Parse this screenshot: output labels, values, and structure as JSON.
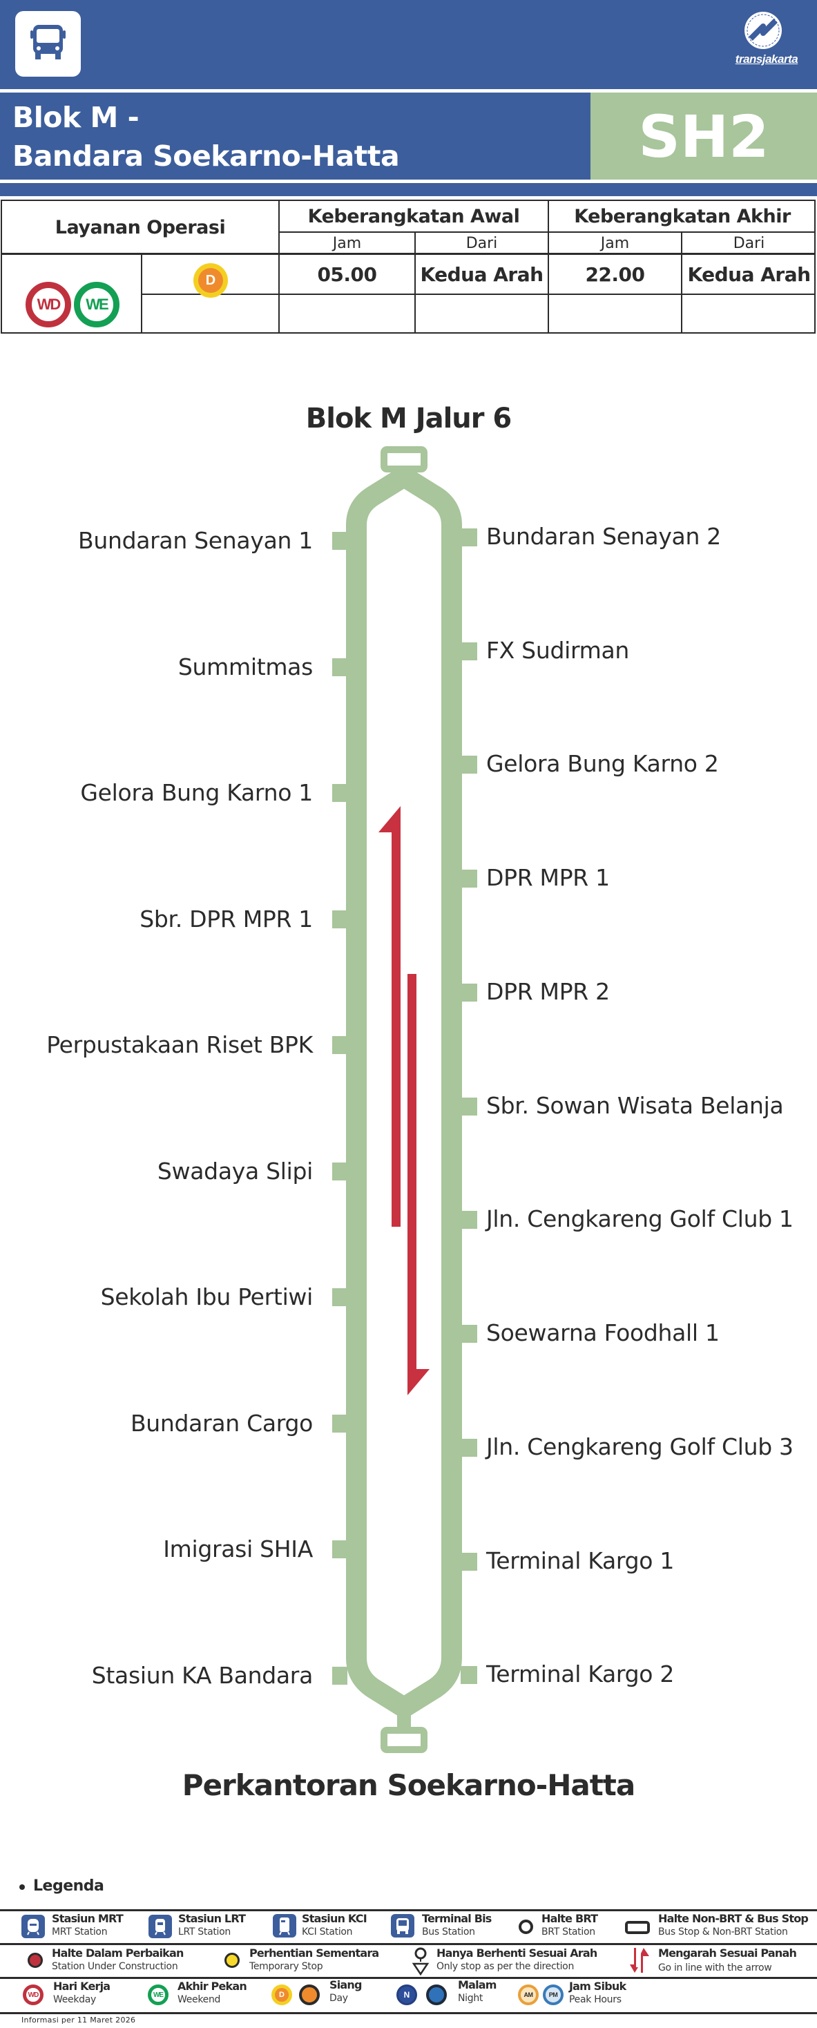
{
  "header": {
    "bus_icon": "bus-icon",
    "brand_logo": "transjakarta-logo",
    "brand_name": "transjakarta",
    "route_title_line1": "Blok M -",
    "route_title_line2": "Bandara Soekarno-Hatta",
    "route_code": "SH2",
    "colors": {
      "brand_blue": "#3d5e9c",
      "route_green": "#a8c59b"
    }
  },
  "schedule": {
    "service_header": "Layanan Operasi",
    "first_departure_header": "Keberangkatan Awal",
    "last_departure_header": "Keberangkatan Akhir",
    "sub_headers": [
      "Jam",
      "Dari",
      "Jam",
      "Dari"
    ],
    "service_days": [
      "WD",
      "WE"
    ],
    "rows": [
      {
        "service_badge": "D",
        "first_time": "05.00",
        "first_from": "Kedua Arah",
        "last_time": "22.00",
        "last_from": "Kedua Arah"
      },
      {
        "service_badge": "",
        "first_time": "",
        "first_from": "",
        "last_time": "",
        "last_from": ""
      }
    ]
  },
  "route": {
    "start_terminal": "Blok M Jalur 6",
    "end_terminal": "Perkantoran Soekarno-Hatta",
    "left_stations": [
      "Bundaran Senayan 1",
      "Summitmas",
      "Gelora Bung Karno 1",
      "Sbr. DPR MPR 1",
      "Perpustakaan Riset BPK",
      "Swadaya Slipi",
      "Sekolah Ibu Pertiwi",
      "Bundaran Cargo",
      "Imigrasi SHIA",
      "Stasiun KA Bandara"
    ],
    "right_stations": [
      "Bundaran Senayan 2",
      "FX Sudirman",
      "Gelora Bung Karno 2",
      "DPR MPR 1",
      "DPR MPR 2",
      "Sbr. Sowan Wisata Belanja",
      "Jln. Cengkareng Golf Club 1",
      "Soewarna Foodhall 1",
      "Jln. Cengkareng Golf Club 3",
      "Terminal Kargo 1",
      "Terminal Kargo 2"
    ],
    "line_color": "#a8c59b",
    "arrow_color": "#c8313f"
  },
  "legend": {
    "heading": "Legenda",
    "row1": [
      {
        "title": "Stasiun MRT",
        "sub": "MRT Station",
        "icon": "mrt-icon"
      },
      {
        "title": "Stasiun LRT",
        "sub": "LRT Station",
        "icon": "lrt-icon"
      },
      {
        "title": "Stasiun KCI",
        "sub": "KCI Station",
        "icon": "kci-train-icon"
      },
      {
        "title": "Terminal Bis",
        "sub": "Bus Station",
        "icon": "bus-terminal-icon"
      },
      {
        "title": "Halte BRT",
        "sub": "BRT Station",
        "icon": "brt-circle-icon"
      },
      {
        "title": "Halte Non-BRT & Bus Stop",
        "sub": "Bus Stop & Non-BRT Station",
        "icon": "bus-stop-rect-icon"
      }
    ],
    "row2": [
      {
        "title": "Halte Dalam Perbaikan",
        "sub": "Station Under Construction",
        "icon": "under-construction-dot-icon"
      },
      {
        "title": "Perhentian Sementara",
        "sub": "Temporary Stop",
        "icon": "temporary-stop-dot-icon"
      },
      {
        "title": "Hanya Berhenti Sesuai Arah",
        "sub": "Only stop as per the direction",
        "icon": "directional-stop-icon"
      },
      {
        "title": "Mengarah Sesuai Panah",
        "sub": "Go in line with the arrow",
        "icon": "direction-arrows-icon"
      }
    ],
    "row3": [
      {
        "title": "Hari Kerja",
        "sub": "Weekday",
        "badges": [
          "WD"
        ]
      },
      {
        "title": "Akhir Pekan",
        "sub": "Weekend",
        "badges": [
          "WE"
        ]
      },
      {
        "title": "Siang",
        "sub": "Day",
        "badges": [
          "D"
        ]
      },
      {
        "title": "Malam",
        "sub": "Night",
        "badges": [
          "N"
        ]
      },
      {
        "title": "Jam Sibuk",
        "sub": "Peak Hours",
        "badges": [
          "AM",
          "PM"
        ]
      }
    ]
  },
  "footer": {
    "info_date": "Informasi per 11 Maret 2026"
  }
}
